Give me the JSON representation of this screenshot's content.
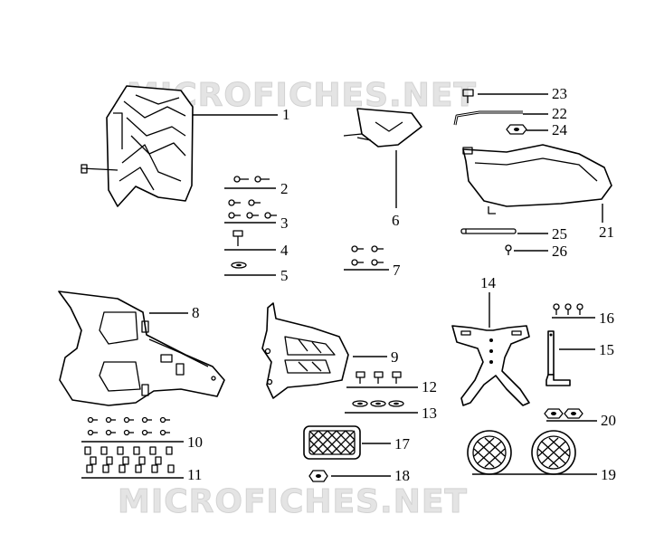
{
  "watermark": {
    "top": "MICROFICHES.NET",
    "bottom": "MICROFICHES.NET"
  },
  "callouts": {
    "c1": "1",
    "c2": "2",
    "c3": "3",
    "c4": "4",
    "c5": "5",
    "c6": "6",
    "c7": "7",
    "c8": "8",
    "c9": "9",
    "c10": "10",
    "c11": "11",
    "c12": "12",
    "c13": "13",
    "c14": "14",
    "c15": "15",
    "c16": "16",
    "c17": "17",
    "c18": "18",
    "c19": "19",
    "c20": "20",
    "c21": "21",
    "c22": "22",
    "c23": "23",
    "c24": "24",
    "c25": "25",
    "c26": "26"
  }
}
